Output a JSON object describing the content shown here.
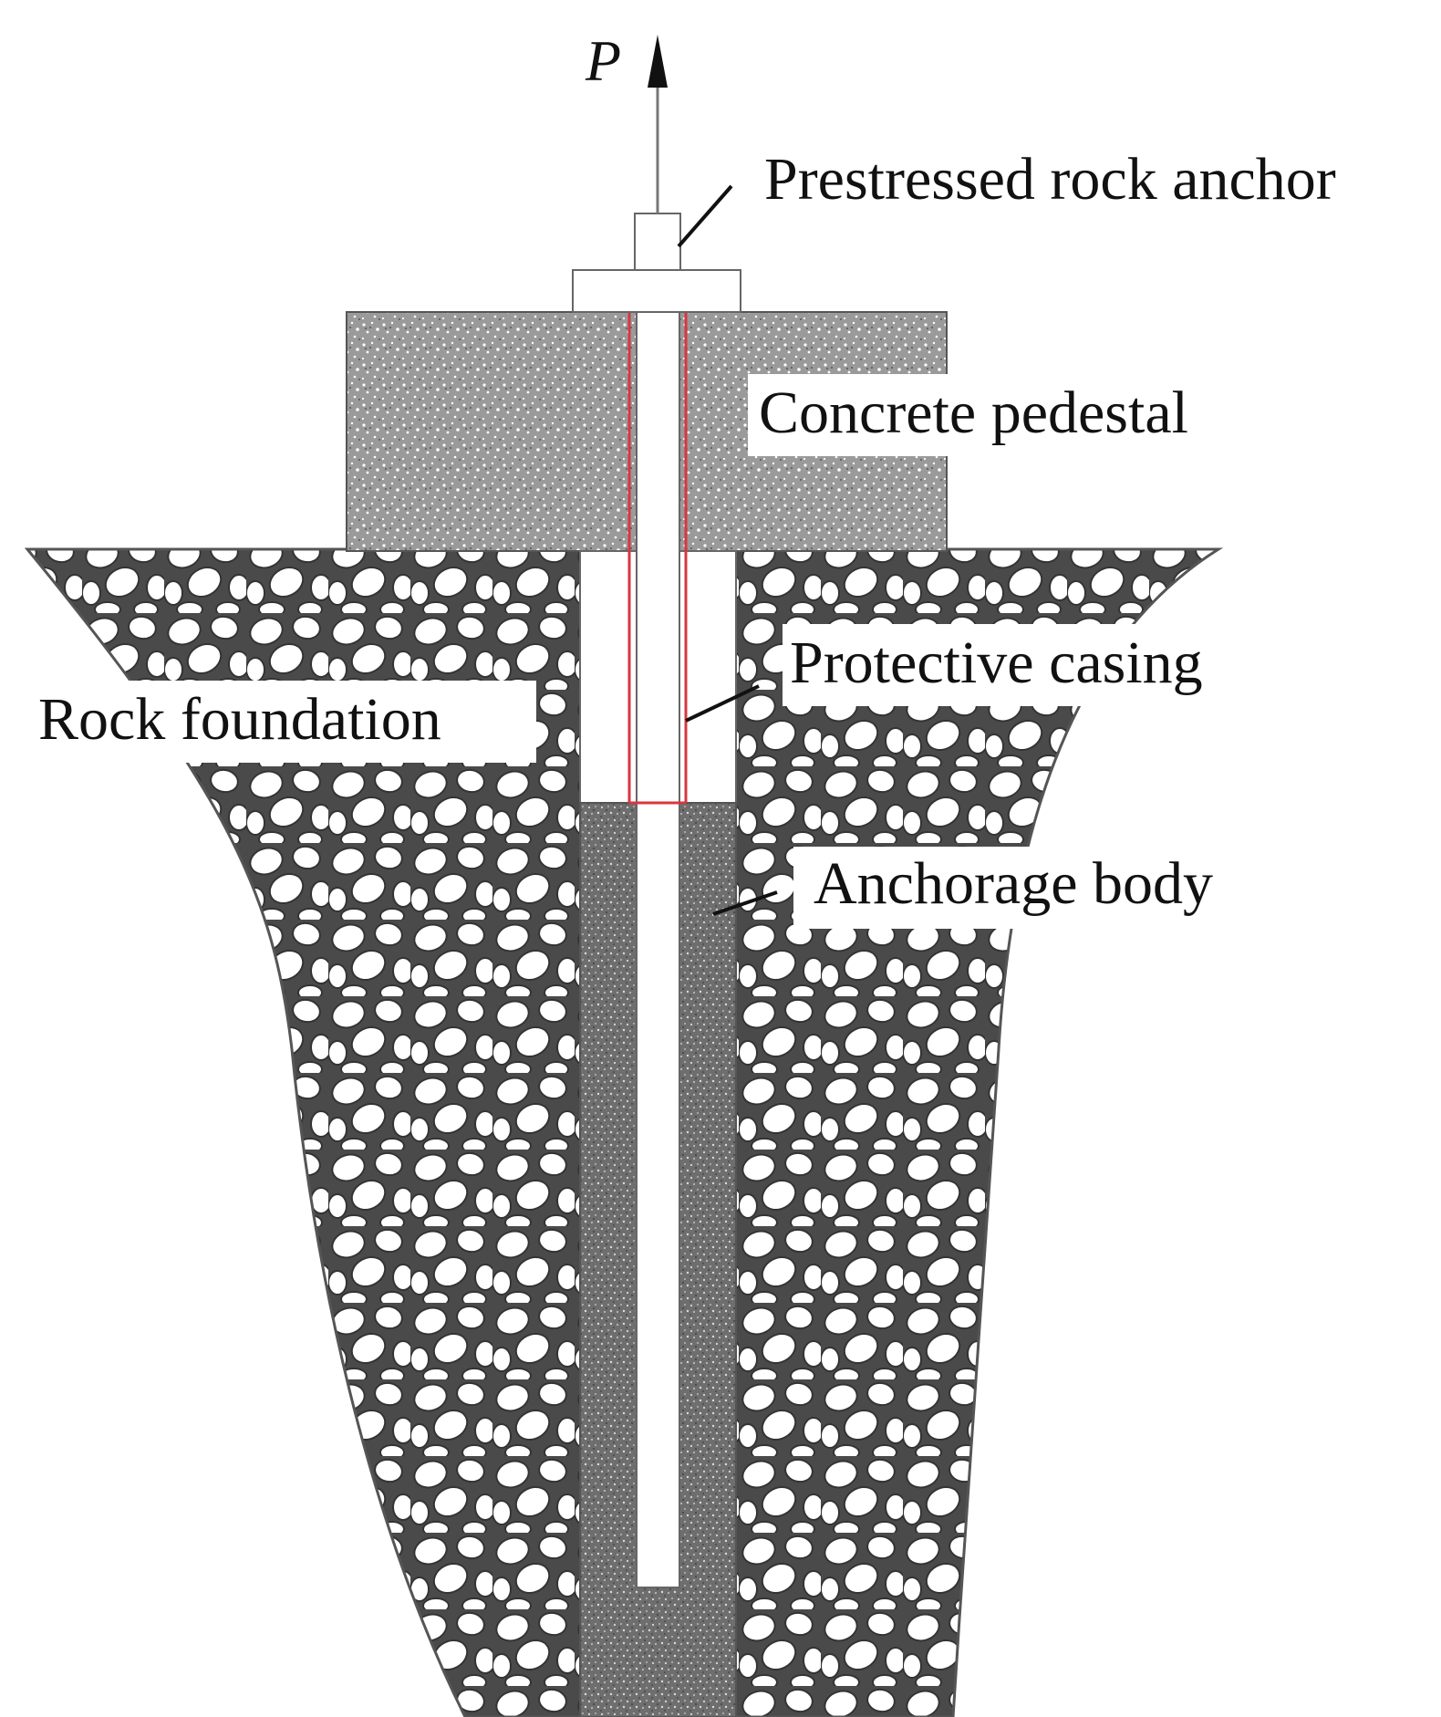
{
  "load_label": "P",
  "labels": {
    "prestressed_rock_anchor": "Prestressed rock anchor",
    "concrete_pedestal": "Concrete pedestal",
    "protective_casing": "Protective casing",
    "rock_foundation": "Rock foundation",
    "anchorage_body": "Anchorage body"
  },
  "colors": {
    "casing": "#d9363e",
    "outline": "#666666",
    "leader": "#111111"
  }
}
